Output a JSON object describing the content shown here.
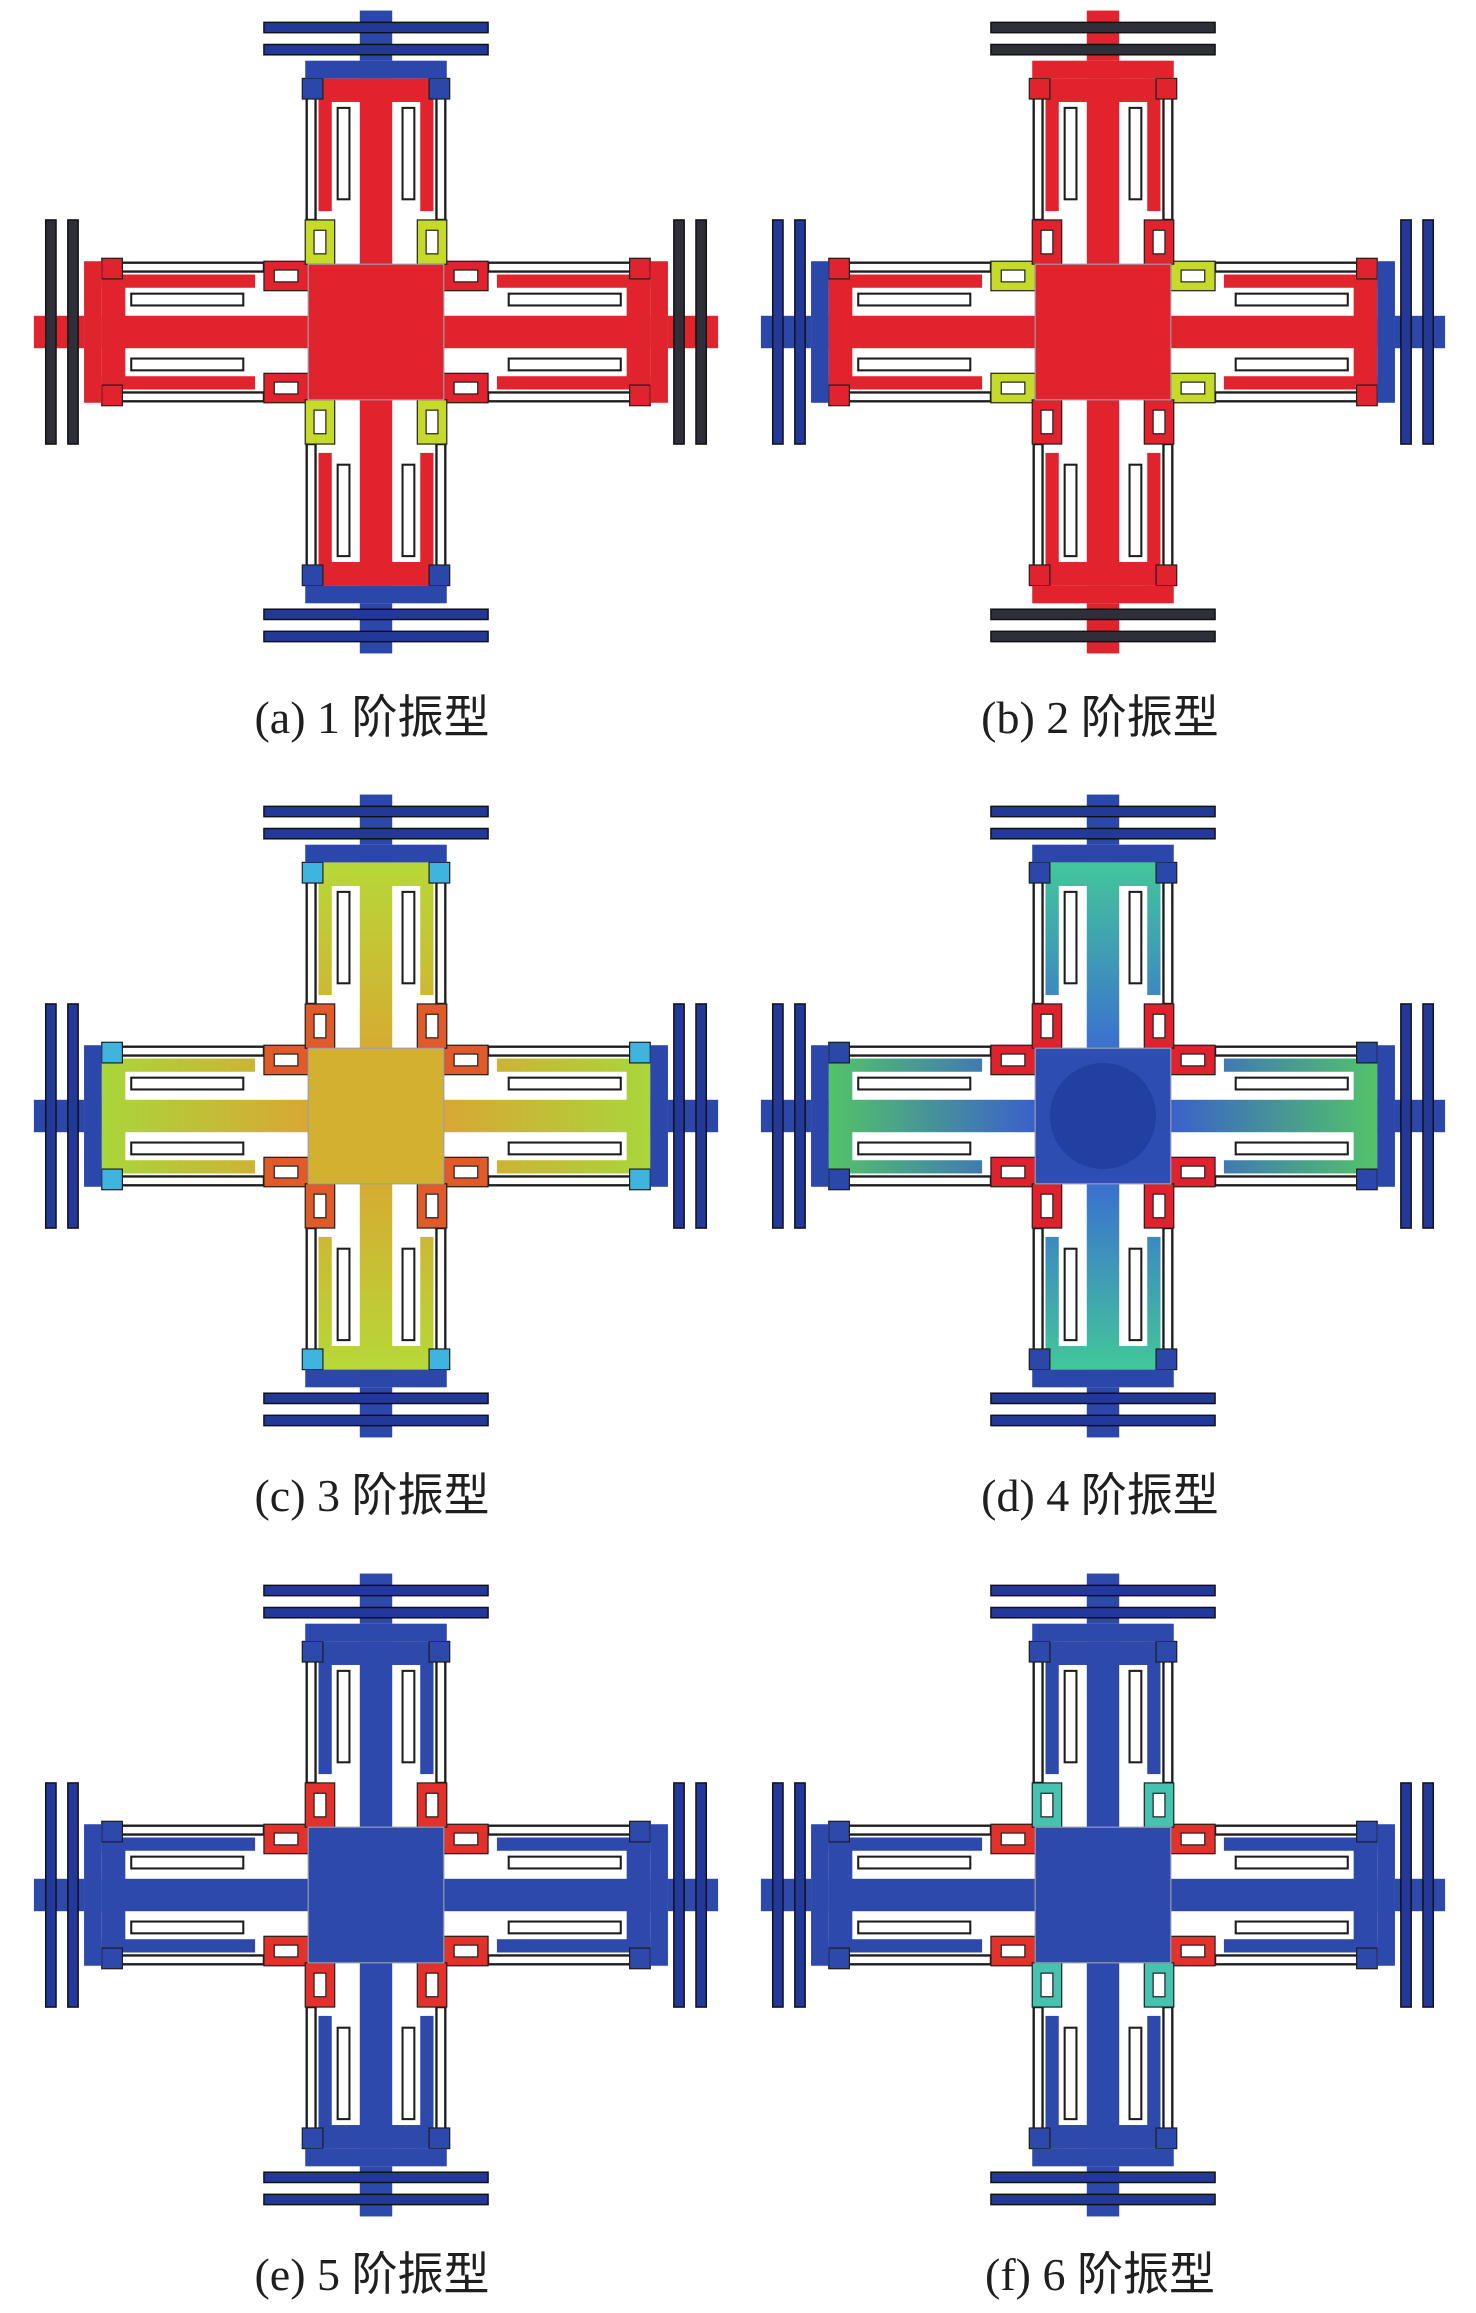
{
  "figure": {
    "panels": [
      {
        "caption": "(a) 1 阶振型",
        "colors": {
          "center": "#e1232d",
          "h_arm_inner": "#e1232d",
          "h_arm_outer": "#e1232d",
          "v_arm_inner": "#e1232d",
          "v_arm_outer": "#e1232d",
          "h_hinge_inner": "#e1232d",
          "v_hinge_inner": "#c6da2a",
          "h_hinge_outer": "#e1232d",
          "v_hinge_outer": "#2b47a9",
          "h_frame": "#e1232d",
          "v_frame": "#2b47a9",
          "h_comb": "#2f2f3a",
          "v_comb": "#23399a"
        }
      },
      {
        "caption": "(b) 2 阶振型",
        "colors": {
          "center": "#e1232d",
          "h_arm_inner": "#e1232d",
          "h_arm_outer": "#e1232d",
          "v_arm_inner": "#e1232d",
          "v_arm_outer": "#e1232d",
          "h_hinge_inner": "#c6da2a",
          "v_hinge_inner": "#e1232d",
          "h_hinge_outer": "#e1232d",
          "v_hinge_outer": "#e1232d",
          "h_frame": "#2b47a9",
          "v_frame": "#e1232d",
          "h_comb": "#23399a",
          "v_comb": "#2f2f3a"
        }
      },
      {
        "caption": "(c) 3 阶振型",
        "colors": {
          "center": "#d3b02f",
          "h_arm_inner": "#d9a733",
          "h_arm_outer": "#a9d63b",
          "v_arm_inner": "#d6ab31",
          "v_arm_outer": "#b7d838",
          "h_hinge_inner": "#e05a2a",
          "v_hinge_inner": "#e05a2a",
          "h_hinge_outer": "#3fb4df",
          "v_hinge_outer": "#3fb4df",
          "h_frame": "#2b47a9",
          "v_frame": "#2b47a9",
          "h_comb": "#23399a",
          "v_comb": "#23399a"
        }
      },
      {
        "caption": "(d) 4 阶振型",
        "colors": {
          "center": "#2d4db3",
          "center_ring": "#213d9f",
          "h_arm_inner": "#3a5fcc",
          "h_arm_outer": "#52c468",
          "v_arm_inner": "#3a6fd0",
          "v_arm_outer": "#43c79a",
          "h_hinge_inner": "#e0222e",
          "v_hinge_inner": "#e0222e",
          "h_hinge_outer": "#2b47a9",
          "v_hinge_outer": "#2b47a9",
          "h_frame": "#2b47a9",
          "v_frame": "#2b47a9",
          "h_comb": "#23399a",
          "v_comb": "#23399a"
        }
      },
      {
        "caption": "(e) 5 阶振型",
        "colors": {
          "center": "#2d49ab",
          "h_arm_inner": "#2d49ab",
          "h_arm_outer": "#2d49ab",
          "v_arm_inner": "#2d49ab",
          "v_arm_outer": "#2d49ab",
          "h_hinge_inner": "#e2322b",
          "v_hinge_inner": "#e2322b",
          "h_hinge_outer": "#2d49ab",
          "v_hinge_outer": "#2d49ab",
          "h_frame": "#2d49ab",
          "v_frame": "#2d49ab",
          "h_comb": "#22389a",
          "v_comb": "#22389a"
        }
      },
      {
        "caption": "(f) 6 阶振型",
        "colors": {
          "center": "#2d49ab",
          "h_arm_inner": "#2d49ab",
          "h_arm_outer": "#2d49ab",
          "v_arm_inner": "#2d49ab",
          "v_arm_outer": "#2d49ab",
          "h_hinge_inner": "#e2322b",
          "v_hinge_inner": "#46c2b0",
          "h_hinge_outer": "#2d49ab",
          "v_hinge_outer": "#2d49ab",
          "h_frame": "#2d49ab",
          "v_frame": "#2d49ab",
          "h_comb": "#22389a",
          "v_comb": "#22389a"
        }
      }
    ]
  }
}
